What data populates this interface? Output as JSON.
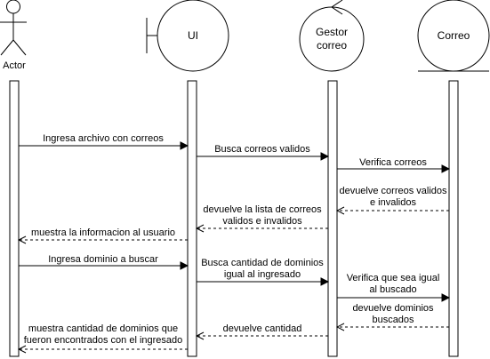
{
  "participants": {
    "actor": {
      "label": "Actor"
    },
    "ui": {
      "label": "UI"
    },
    "gestor": {
      "label_line1": "Gestor",
      "label_line2": "correo"
    },
    "correo": {
      "label": "Correo"
    }
  },
  "messages": [
    {
      "lines": [
        "Ingresa archivo con correos"
      ],
      "kind": "call"
    },
    {
      "lines": [
        "Busca correos validos"
      ],
      "kind": "call"
    },
    {
      "lines": [
        "Verifica correos"
      ],
      "kind": "call"
    },
    {
      "lines": [
        "devuelve correos validos",
        "e invalidos"
      ],
      "kind": "return"
    },
    {
      "lines": [
        "devuelve la lista de correos",
        "validos e invalidos"
      ],
      "kind": "return"
    },
    {
      "lines": [
        "muestra la informacion al usuario"
      ],
      "kind": "return"
    },
    {
      "lines": [
        "Ingresa dominio a buscar"
      ],
      "kind": "call"
    },
    {
      "lines": [
        "Busca cantidad de dominios",
        "igual al ingresado"
      ],
      "kind": "call"
    },
    {
      "lines": [
        "Verifica que sea igual",
        "al buscado"
      ],
      "kind": "call"
    },
    {
      "lines": [
        "devuelve dominios",
        "buscados"
      ],
      "kind": "return"
    },
    {
      "lines": [
        "devuelve cantidad"
      ],
      "kind": "return"
    },
    {
      "lines": [
        "muestra cantidad de dominios que",
        "fueron encontrados con el ingresado"
      ],
      "kind": "return"
    }
  ]
}
